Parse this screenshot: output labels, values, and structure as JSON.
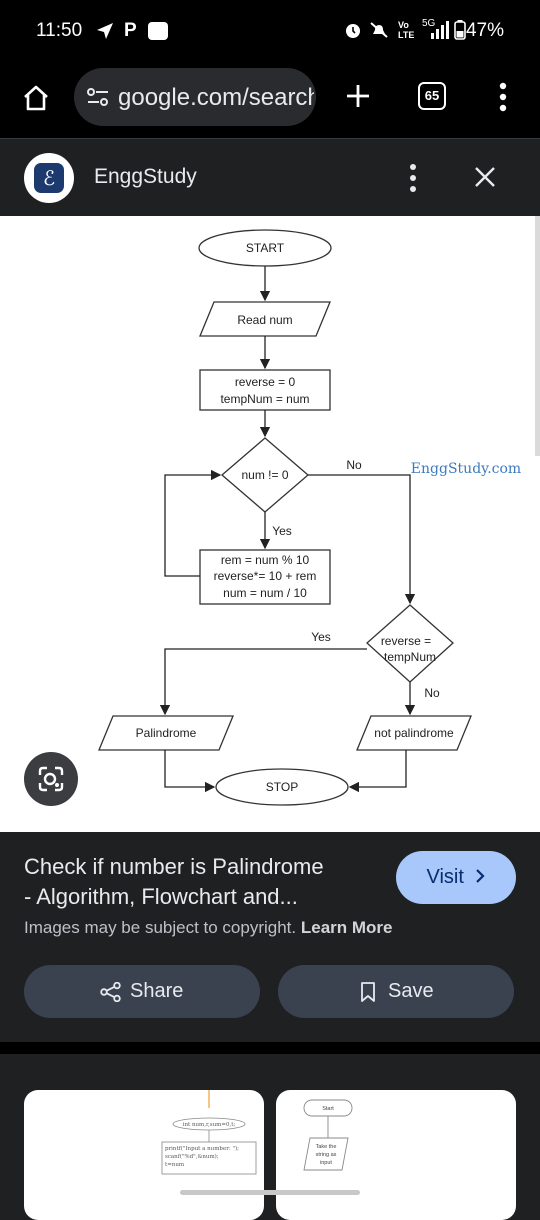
{
  "status_bar": {
    "time": "11:50",
    "battery": "47%",
    "network": "5G",
    "left_icons": [
      "navigation-icon",
      "parking-icon",
      "paytm-icon"
    ],
    "right_icons": [
      "alarm-icon",
      "mute-icon",
      "volte-icon",
      "signal-icon",
      "battery-icon"
    ]
  },
  "browser": {
    "url": "google.com/search",
    "tab_count": "65"
  },
  "source": {
    "logo_letter": "ℰ",
    "name": "EnggStudy"
  },
  "flowchart": {
    "start": "START",
    "read": "Read num",
    "init_1": "reverse = 0",
    "init_2": "tempNum = num",
    "loop_cond": "num != 0",
    "no_1": "No",
    "watermark": "EnggStudy.com",
    "yes_1": "Yes",
    "body_1": "rem = num % 10",
    "body_2": "reverse*= 10 + rem",
    "body_3": "num = num / 10",
    "yes_2": "Yes",
    "cmp_1": "reverse =",
    "cmp_2": "tempNum",
    "no_2": "No",
    "palindrome": "Palindrome",
    "not_palindrome": "not palindrome",
    "stop": "STOP"
  },
  "result": {
    "title_line_1": "Check if number is Palindrome",
    "title_line_2": "- Algorithm, Flowchart and...",
    "visit_label": "Visit",
    "copyright_text": "Images may be subject to copyright.",
    "learn_more": "Learn More",
    "share_label": "Share",
    "save_label": "Save"
  },
  "related": {
    "thumb1_line1": "int num,r,sum=0,t;",
    "thumb1_line2": "printf(\"Input a number: \");",
    "thumb1_line3": "scanf(\"%d\",&num);",
    "thumb1_line4": "t=num",
    "thumb2_start": "Start",
    "thumb2_step_1": "Take the",
    "thumb2_step_2": "string as",
    "thumb2_step_3": "input"
  }
}
